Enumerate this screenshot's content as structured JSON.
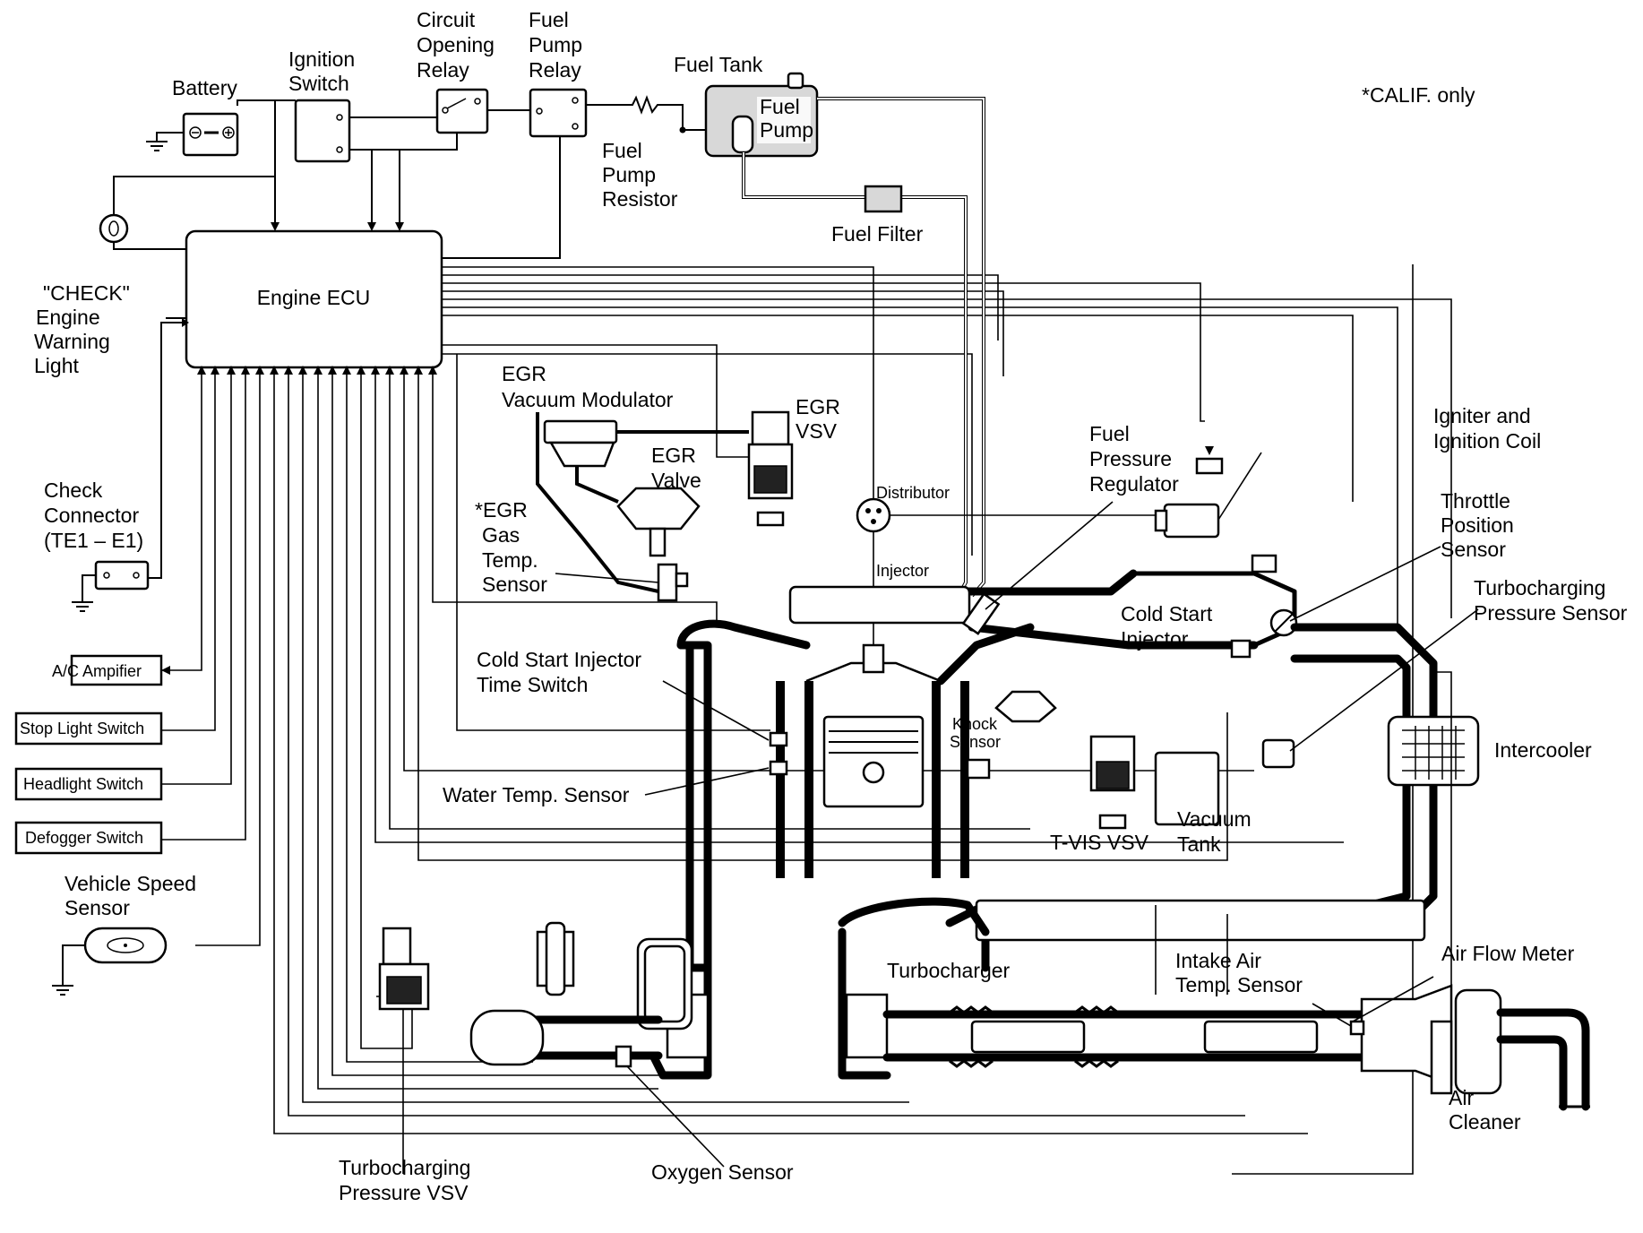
{
  "labels": {
    "battery": "Battery",
    "ignition_switch": [
      "Ignition",
      "Switch"
    ],
    "circuit_opening_relay": [
      "Circuit",
      "Opening",
      "Relay"
    ],
    "fuel_pump_relay": [
      "Fuel",
      "Pump",
      "Relay"
    ],
    "fuel_tank": "Fuel Tank",
    "fuel_pump": [
      "Fuel",
      "Pump"
    ],
    "calif_only": "*CALIF. only",
    "fuel_pump_resistor": [
      "Fuel",
      "Pump",
      "Resistor"
    ],
    "fuel_filter": "Fuel Filter",
    "engine_ecu": "Engine ECU",
    "check_engine_light": [
      "\"CHECK\"",
      "Engine",
      "Warning",
      "Light"
    ],
    "egr_vacuum_modulator": [
      "EGR",
      "Vacuum Modulator"
    ],
    "egr_vsv": [
      "EGR",
      "VSV"
    ],
    "egr_valve": [
      "EGR",
      "Valve"
    ],
    "egr_gas_temp_sensor": [
      "*EGR",
      "Gas",
      "Temp.",
      "Sensor"
    ],
    "distributor": "Distributor",
    "fuel_pressure_regulator": [
      "Fuel",
      "Pressure",
      "Regulator"
    ],
    "igniter_coil": [
      "Igniter and",
      "Ignition Coil"
    ],
    "throttle_position_sensor": [
      "Throttle",
      "Position",
      "Sensor"
    ],
    "turbo_pressure_sensor": [
      "Turbocharging",
      "Pressure Sensor"
    ],
    "check_connector": [
      "Check",
      "Connector",
      "(TE1 – E1)"
    ],
    "injector": "Injector",
    "cold_start_injector": [
      "Cold Start",
      "Injector"
    ],
    "cold_start_time_switch": [
      "Cold Start Injector",
      "Time Switch"
    ],
    "ac_amplifier": "A/C Ampifier",
    "stop_light_switch": "Stop Light Switch",
    "headlight_switch": "Headlight Switch",
    "defogger_switch": "Defogger Switch",
    "knock_sensor": [
      "Knock",
      "Sensor"
    ],
    "water_temp_sensor": "Water Temp. Sensor",
    "t_vis_vsv": "T-VIS VSV",
    "vacuum_tank": [
      "Vacuum",
      "Tank"
    ],
    "intercooler": "Intercooler",
    "vehicle_speed_sensor": [
      "Vehicle Speed",
      "Sensor"
    ],
    "turbocharger": "Turbocharger",
    "intake_air_temp_sensor": [
      "Intake Air",
      "Temp. Sensor"
    ],
    "air_flow_meter": "Air Flow Meter",
    "air_cleaner": [
      "Air",
      "Cleaner"
    ],
    "turbo_pressure_vsv": [
      "Turbocharging",
      "Pressure VSV"
    ],
    "oxygen_sensor": "Oxygen Sensor"
  }
}
